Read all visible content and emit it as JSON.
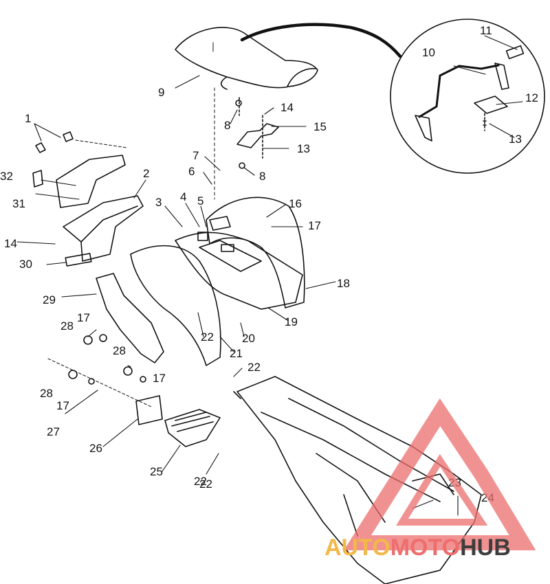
{
  "diagram": {
    "callouts": [
      "1",
      "2",
      "3",
      "4",
      "5",
      "6",
      "7",
      "8",
      "8",
      "9",
      "10",
      "11",
      "12",
      "13",
      "13",
      "14",
      "14",
      "15",
      "16",
      "17",
      "17",
      "17",
      "17",
      "18",
      "19",
      "20",
      "21",
      "22",
      "22",
      "22",
      "22",
      "23",
      "24",
      "25",
      "26",
      "27",
      "28",
      "28",
      "28",
      "29",
      "30",
      "31",
      "32"
    ]
  },
  "watermark": {
    "part1": "AUTO",
    "part2": "MOTO",
    "part3": "HUB",
    "color_part1": "#f2b84a",
    "color_part2": "#ee6e6e",
    "color_part3": "#3d3d3d",
    "triangle_color": "#ec6d6d"
  }
}
